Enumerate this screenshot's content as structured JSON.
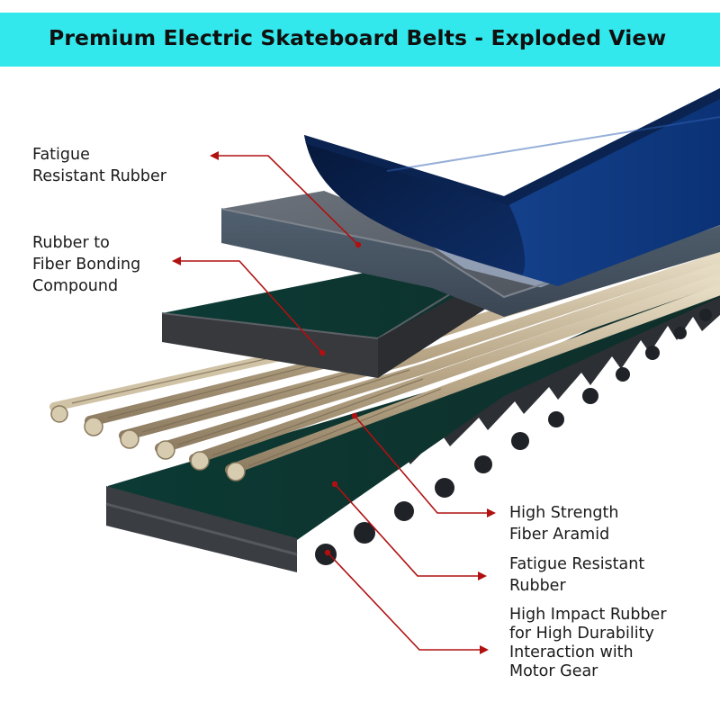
{
  "header": {
    "title": "Premium Electric Skateboard Belts - Exploded View",
    "background_color": "#33e8ec"
  },
  "callout_color": "#b01010",
  "labels": {
    "top_rubber": [
      "Fatigue",
      "Resistant Rubber"
    ],
    "bonding": [
      "Rubber to",
      "Fiber Bonding",
      "Compound"
    ],
    "aramid": [
      "High Strength",
      "Fiber Aramid"
    ],
    "bottom_rubber": [
      "Fatigue Resistant",
      "Rubber"
    ],
    "teeth": [
      "High Impact Rubber",
      "for High Durability",
      "Interaction with",
      "Motor Gear"
    ]
  },
  "layers": [
    {
      "name": "outer-cover",
      "color": "#0d3a7a"
    },
    {
      "name": "fatigue-resistant-rubber-top",
      "color": "#5a5f66"
    },
    {
      "name": "bonding-compound",
      "color": "#0f3a33"
    },
    {
      "name": "aramid-cords",
      "color": "#c8b89a"
    },
    {
      "name": "toothed-base",
      "color": "#0f3a33"
    }
  ]
}
